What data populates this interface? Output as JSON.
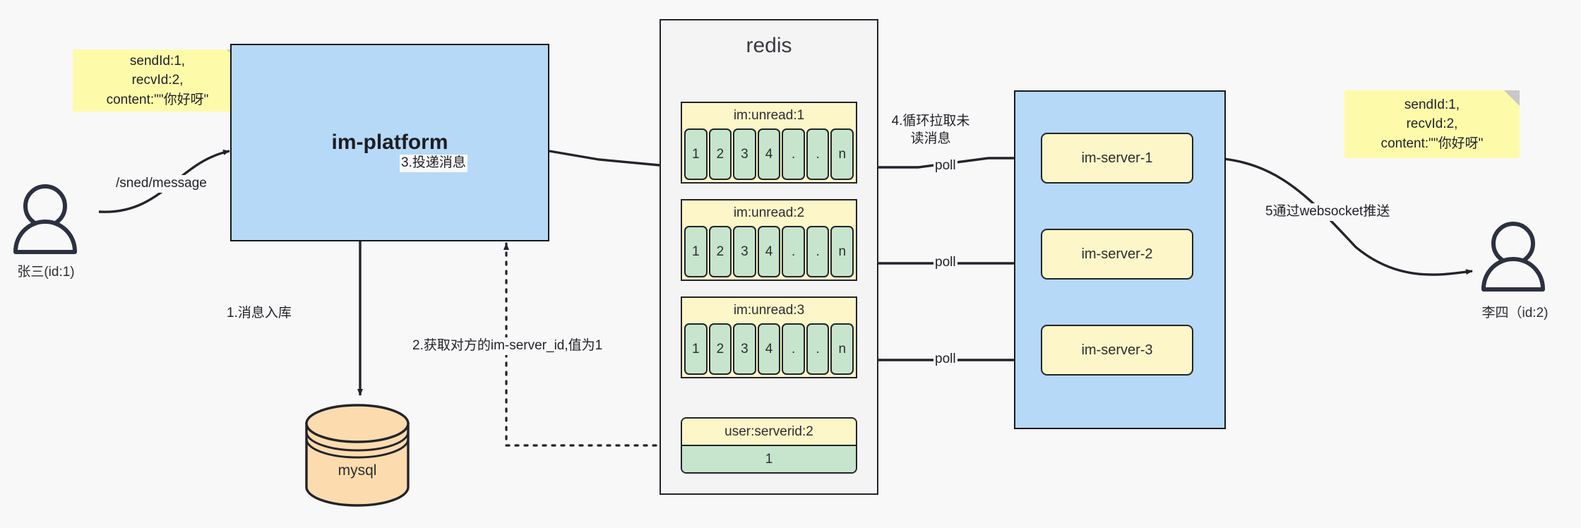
{
  "diagram": {
    "title_redis": "redis",
    "platform": {
      "label": "im-platform"
    },
    "database": {
      "label": "mysql"
    },
    "actors": [
      {
        "id": "sender",
        "label": "张三(id:1)"
      },
      {
        "id": "receiver",
        "label": "李四（id:2)"
      }
    ],
    "notes": [
      {
        "id": "note-left",
        "text": "sendId:1,\nrecvId:2,\ncontent:\"\"你好呀\""
      },
      {
        "id": "note-right",
        "text": "sendId:1,\nrecvId:2,\ncontent:\"\"你好呀\""
      }
    ],
    "queues": [
      {
        "key": "im:unread:1",
        "cells": [
          "1",
          "2",
          "3",
          "4",
          ".",
          ".",
          "n"
        ]
      },
      {
        "key": "im:unread:2",
        "cells": [
          "1",
          "2",
          "3",
          "4",
          ".",
          ".",
          "n"
        ]
      },
      {
        "key": "im:unread:3",
        "cells": [
          "1",
          "2",
          "3",
          "4",
          ".",
          ".",
          "n"
        ]
      }
    ],
    "kv": {
      "key": "user:serverid:2",
      "value": "1"
    },
    "servers": [
      {
        "label": "im-server-1"
      },
      {
        "label": "im-server-2"
      },
      {
        "label": "im-server-3"
      }
    ],
    "edges": {
      "send_message": "/sned/message",
      "step1": "1.消息入库",
      "step2": "2.获取对方的im-server_id,值为1",
      "step3": "3.投递消息",
      "step4": "4.循环拉取未读消息",
      "step5": "5通过websocket推送",
      "poll1": "poll",
      "poll2": "poll",
      "poll3": "poll"
    },
    "colors": {
      "note": "#fdfbaa",
      "blue_box": "#b5d9f7",
      "queue_header": "#fdf6c8",
      "queue_cell": "#c6e5cc",
      "db": "#fcdcae",
      "stroke": "#23232a",
      "background": "#f8f8f9"
    }
  }
}
